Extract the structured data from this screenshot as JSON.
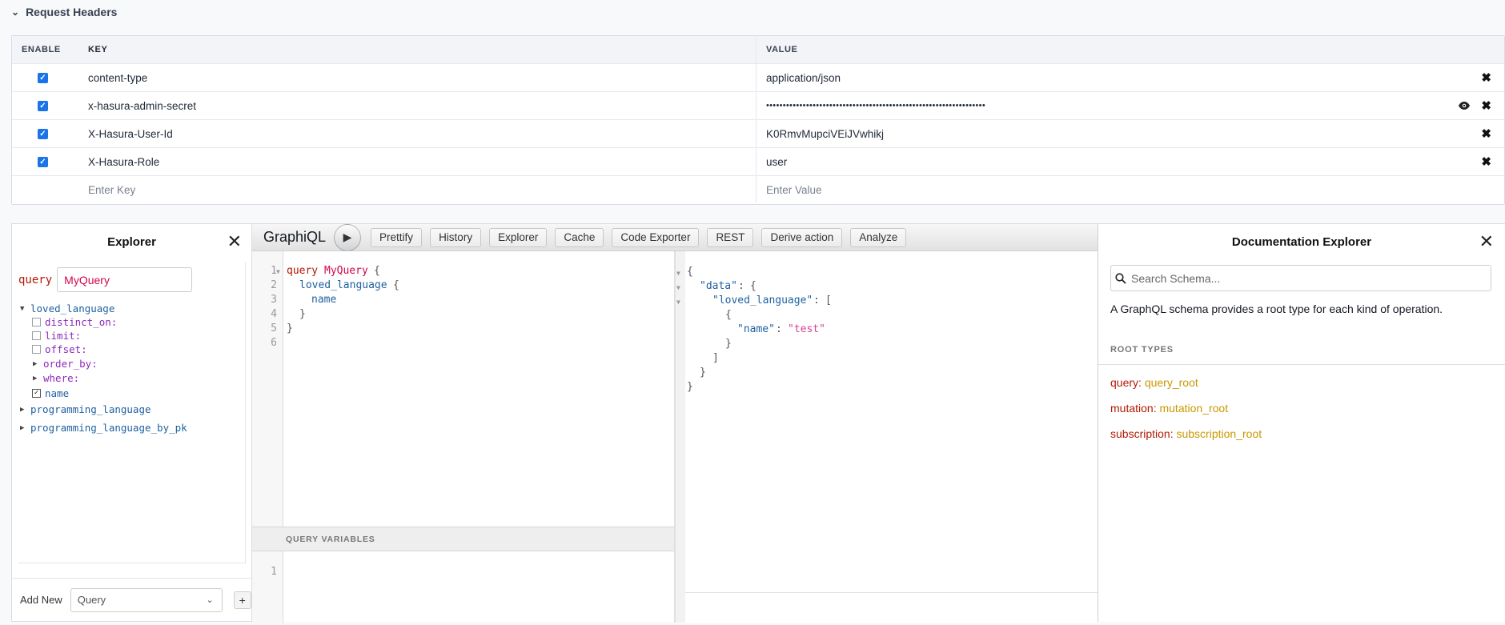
{
  "request_headers": {
    "title": "Request Headers",
    "columns": {
      "enable": "ENABLE",
      "key": "KEY",
      "value": "VALUE"
    },
    "rows": [
      {
        "key": "content-type",
        "value": "application/json",
        "enabled": true
      },
      {
        "key": "x-hasura-admin-secret",
        "value": "••••••••••••••••••••••••••••••••••••••••••••••••••••••••••••••••••",
        "enabled": true
      },
      {
        "key": "X-Hasura-User-Id",
        "value": "K0RmvMupciVEiJVwhikj",
        "enabled": true
      },
      {
        "key": "X-Hasura-Role",
        "value": "user",
        "enabled": true
      }
    ],
    "key_placeholder": "Enter Key",
    "value_placeholder": "Enter Value"
  },
  "explorer": {
    "title": "Explorer",
    "operation_keyword": "query",
    "operation_name": "MyQuery",
    "tree": {
      "loved_language": "loved_language",
      "distinct_on": "distinct_on:",
      "limit": "limit:",
      "offset": "offset:",
      "order_by": "order_by:",
      "where": "where:",
      "name": "name",
      "programming_language": "programming_language",
      "programming_language_by_pk": "programming_language_by_pk"
    },
    "add_new_label": "Add New",
    "add_new_select": "Query",
    "add_button": "+"
  },
  "graphiql": {
    "title": "GraphiQL",
    "buttons": {
      "prettify": "Prettify",
      "history": "History",
      "explorer": "Explorer",
      "cache": "Cache",
      "code_exporter": "Code Exporter",
      "rest": "REST",
      "derive_action": "Derive action",
      "analyze": "Analyze"
    },
    "query_variables_label": "QUERY VARIABLES",
    "editor": {
      "ln": [
        "1",
        "2",
        "3",
        "4",
        "5",
        "6"
      ],
      "kw_query": "query",
      "op_name": "MyQuery",
      "lbrace": "{",
      "rbrace": "}",
      "f_loved": "loved_language",
      "f_name": "name"
    },
    "vars_ln": "1",
    "result": {
      "open": "{",
      "data_key": "\"data\"",
      "colon": ":",
      "lbrace": "{",
      "loved_key": "\"loved_language\"",
      "lbracket": "[",
      "name_key": "\"name\"",
      "name_val": "\"test\"",
      "rbrace": "}",
      "rbracket": "]",
      "close": "}"
    }
  },
  "docs": {
    "title": "Documentation Explorer",
    "search_placeholder": "Search Schema...",
    "description": "A GraphQL schema provides a root type for each kind of operation.",
    "section": "ROOT TYPES",
    "root_types": [
      {
        "key": "query",
        "type": "query_root"
      },
      {
        "key": "mutation",
        "type": "mutation_root"
      },
      {
        "key": "subscription",
        "type": "subscription_root"
      }
    ],
    "colon": ":"
  }
}
